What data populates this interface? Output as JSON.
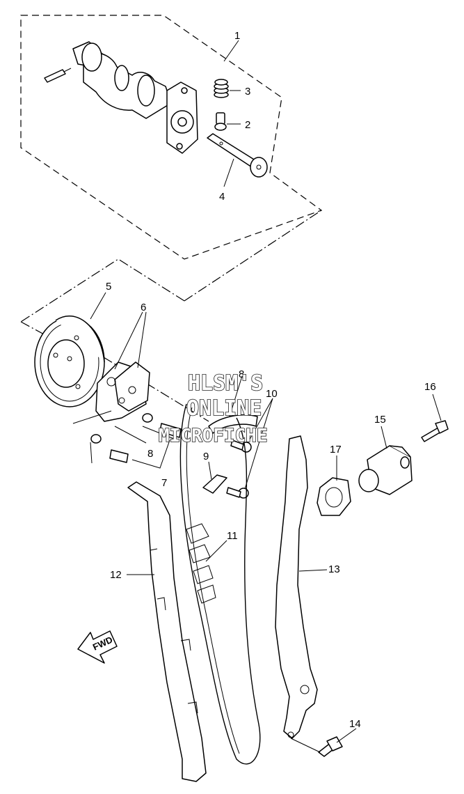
{
  "callouts": {
    "c1": "1",
    "c2": "2",
    "c3": "3",
    "c4": "4",
    "c5": "5",
    "c6": "6",
    "c7": "7",
    "c8": "8",
    "c8b": "8",
    "c9": "9",
    "c10": "10",
    "c11": "11",
    "c12": "12",
    "c13": "13",
    "c14": "14",
    "c15": "15",
    "c16": "16",
    "c17": "17"
  },
  "watermark": {
    "line1": "HLSM'S",
    "line2": "ONLINE",
    "line3": "MICROFICHE"
  },
  "fwd_label": "FWD",
  "colors": {
    "ink": "#000000",
    "paper": "#ffffff"
  }
}
